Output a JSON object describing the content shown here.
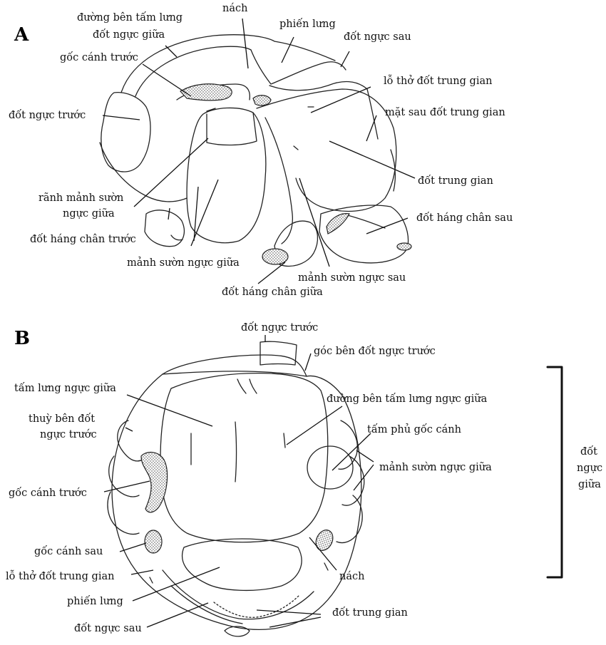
{
  "panel_a": {
    "letter": "A",
    "labels": {
      "duong_ben": "đường bên tấm lưng",
      "dot_nguc_giua": "đốt ngực giữa",
      "nach": "nách",
      "phien_lung": "phiến lưng",
      "dot_nguc_sau": "đốt ngực sau",
      "goc_canh_truoc": "gốc cánh trước",
      "lo_tho": "lỗ thở đốt trung gian",
      "dot_nguc_truoc": "đốt ngực trước",
      "mat_sau": "mặt sau đốt trung gian",
      "dot_trung_gian": "đốt trung gian",
      "ranh_1": "rãnh mảnh sườn",
      "ranh_2": "ngực giữa",
      "dot_hang_chan_sau": "đốt háng chân sau",
      "dot_hang_chan_truoc": "đốt háng chân trước",
      "manh_suon_nguc_giua": "mảnh sườn ngực giữa",
      "manh_suon_nguc_sau": "mảnh sườn ngực sau",
      "dot_hang_chan_giua": "đốt háng chân giữa"
    }
  },
  "panel_b": {
    "letter": "B",
    "labels": {
      "dot_nguc_truoc": "đốt ngực trước",
      "goc_ben": "góc bên đốt ngực trước",
      "tam_lung": "tấm lưng ngực giữa",
      "duong_ben": "đường bên tấm lưng ngực giữa",
      "thuy_ben_1": "thuỳ bên đốt",
      "thuy_ben_2": "ngực trước",
      "tam_phu": "tấm phủ gốc cánh",
      "manh_suon": "mảnh sườn ngực giữa",
      "goc_canh_truoc": "gốc cánh trước",
      "goc_canh_sau": "gốc cánh sau",
      "nach": "nách",
      "lo_tho": "lỗ thở đốt trung gian",
      "phien_lung": "phiến lưng",
      "dot_trung_gian": "đốt trung gian",
      "dot_nguc_sau": "đốt ngực sau"
    },
    "bracket_label": [
      "đốt",
      "ngực",
      "giữa"
    ]
  }
}
